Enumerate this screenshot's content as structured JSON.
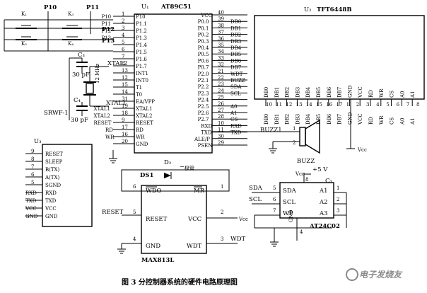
{
  "u1": {
    "ref": "U₁",
    "part": "AT89C51",
    "left_pins": [
      "P10",
      "P1.1",
      "P1.2",
      "P1.3",
      "P1.4",
      "P1.5",
      "P1.6",
      "P1.7",
      "INT1",
      "INT0",
      "T1",
      "T0",
      "EA/VPP",
      "XTAL1",
      "XTAL2",
      "RESET",
      "RD",
      "WR",
      "GND"
    ],
    "left_nums": [
      "1",
      "2",
      "3",
      "4",
      "5",
      "6",
      "7",
      "8",
      "13",
      "12",
      "15",
      "14",
      "31",
      "19",
      "18",
      "9",
      "17",
      "16",
      "20"
    ],
    "right_pins": [
      "VCC",
      "P0.0",
      "P0.1",
      "P0.2",
      "P0.3",
      "P0.4",
      "P0.5",
      "P0.6",
      "P0.7",
      "P2.0",
      "P2.1",
      "P2.2",
      "P2.3",
      "P2.4",
      "P2.5",
      "P2.6",
      "P2.7",
      "RXD",
      "TXD",
      "ALE/P",
      "PSEN"
    ],
    "right_nums": [
      "40",
      "39",
      "38",
      "37",
      "36",
      "35",
      "34",
      "33",
      "32",
      "21",
      "22",
      "23",
      "24",
      "25",
      "26",
      "27",
      "28",
      "10",
      "11",
      "30",
      "29"
    ],
    "right_nets": [
      "",
      "DB0",
      "DB1",
      "DB2",
      "DB3",
      "DB4",
      "DB5",
      "DB6",
      "DB7",
      "WDT",
      "BUZZ",
      "SDA",
      "SCL",
      "",
      "A0",
      "A1",
      "CS",
      "RXD",
      "TXD",
      "",
      ""
    ],
    "ext_left_nets": [
      "P10",
      "P11",
      "P12",
      "P13",
      "",
      "",
      "",
      "",
      "",
      "",
      "",
      "",
      "",
      "XTAL1",
      "XTAL2",
      "RESET",
      "RD",
      "WR",
      ""
    ]
  },
  "u2": {
    "ref": "U₂",
    "part": "TFT6448B",
    "pins": [
      "DB0",
      "DB1",
      "DB2",
      "DB3",
      "DB4",
      "DB5",
      "DB6",
      "DB7",
      "GND",
      "VCC",
      "RD",
      "WR",
      "CS",
      "A0",
      "A1"
    ],
    "nums": [
      "10",
      "11",
      "12",
      "13",
      "14",
      "15",
      "16",
      "17",
      "1",
      "2",
      "3",
      "4",
      "5",
      "6",
      "7",
      "8"
    ]
  },
  "u3": {
    "ref": "U₃",
    "pins": [
      "RESET",
      "SLEEP",
      "B(TX)",
      "A(TX)",
      "SGND",
      "RXD",
      "TXD",
      "VCC",
      "GND"
    ],
    "nums": [
      "9",
      "8",
      "7",
      "6",
      "5"
    ],
    "ext_nets": [
      "",
      "",
      "",
      "",
      "",
      "RXD",
      "TXD",
      "VCC",
      "GND"
    ]
  },
  "switches": {
    "refs": [
      "K₁",
      "K₂",
      "K₃",
      "K₄"
    ],
    "nets": [
      "P10",
      "P11",
      "P12",
      "P13"
    ]
  },
  "crystal": {
    "ref": "SRWF-1",
    "freq": "12 MHz",
    "caps": [
      "C₃",
      "C₄"
    ],
    "cap_values": [
      "30 pF",
      "30 pF"
    ],
    "xtal_labels": [
      "XTAL2",
      "XTAL1"
    ]
  },
  "max813": {
    "part": "MAX813L",
    "pins": [
      "WDO",
      "MR",
      "RESET",
      "VCC",
      "GND",
      "WDT"
    ],
    "nums": [
      "6",
      "1",
      "5",
      "2",
      "4",
      "3"
    ],
    "ds_label": "DS1",
    "diode_ref": "D₂",
    "diode_desc": "二极管",
    "net_reset": "RESET",
    "net_vcc": "Vcc",
    "net_wdt": "WDT"
  },
  "at24": {
    "part": "AT24C02",
    "ref": "C₃",
    "pins": [
      "SDA",
      "SCL",
      "WP",
      "A1",
      "A2",
      "A3",
      "VCC",
      "GND"
    ],
    "nums": [
      "5",
      "6",
      "7",
      "1",
      "2",
      "3",
      "8",
      "4"
    ],
    "supply": "+5 V",
    "vcc_label": "Vcc",
    "net_sda": "SDA",
    "net_scl": "SCL"
  },
  "buzzer": {
    "ref": "BUZZ",
    "net": "BUZZ1",
    "pins": [
      "1",
      "2"
    ],
    "vcc_label": "Vcc"
  },
  "caption": "图 3   分控制器系统的硬件电路原理图",
  "watermark": "电子发烧友"
}
